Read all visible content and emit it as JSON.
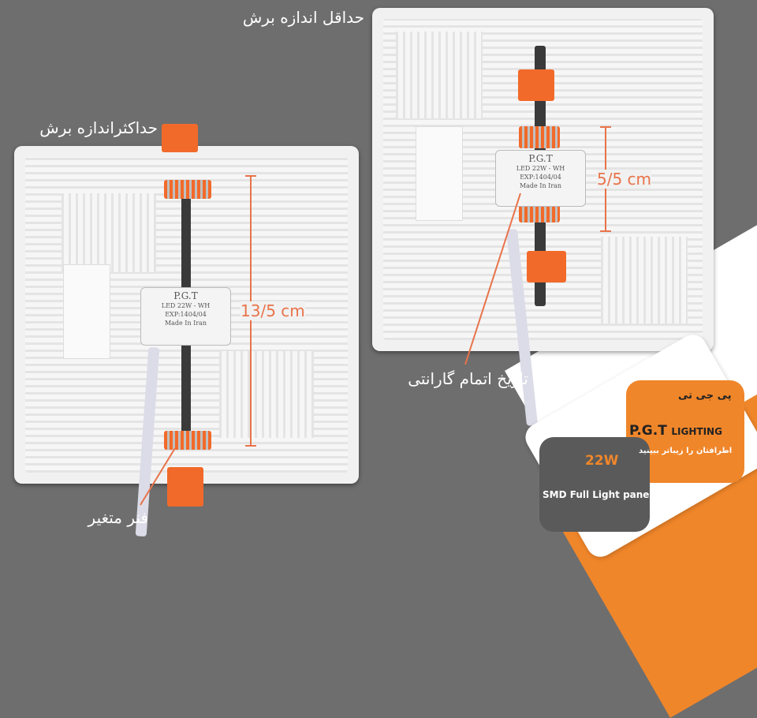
{
  "captions": {
    "min_cut": "حداقل اندازه برش",
    "max_cut": "حداکثراندازه برش",
    "warranty": "تاریخ اتمام گارانتی",
    "spring": "فنر متغیر"
  },
  "dimensions": {
    "large": "13/5 cm",
    "small": "5/5 cm"
  },
  "product_label": {
    "brand": "P.G.T",
    "model": "LED 22W - WH",
    "exp": "EXP:1404/04",
    "origin": "Made In Iran"
  },
  "badge": {
    "fa_brand": "پی جی تی",
    "brand": "P.G.T",
    "brand_suffix": "LIGHTING",
    "slogan": "اطرافتان را زیباتر ببینید",
    "power": "22W",
    "product": "SMD Full Light panel"
  },
  "colors": {
    "accent": "#f0862a",
    "dimension": "#e8734a",
    "background": "#6e6e6e"
  }
}
